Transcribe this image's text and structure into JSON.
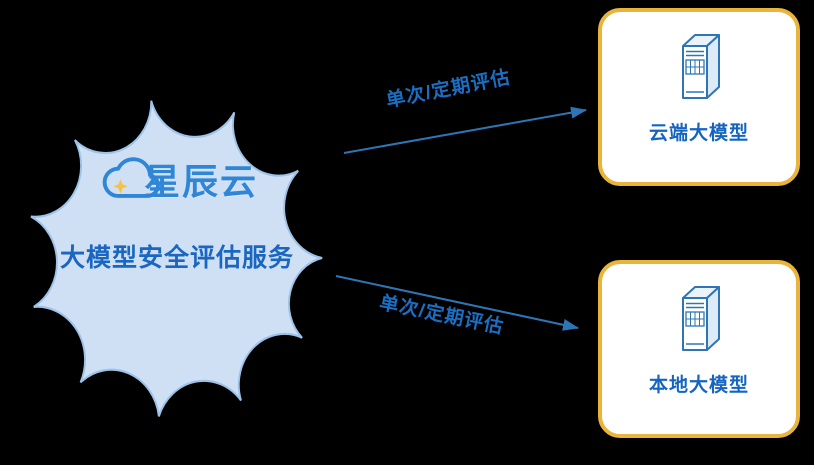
{
  "diagram": {
    "cloud": {
      "logo_text": "星辰云",
      "service_label": "大模型安全评估服务"
    },
    "arrows": [
      {
        "label": "单次/定期评估",
        "direction": "cloud-to-cloud-model"
      },
      {
        "label": "单次/定期评估",
        "direction": "cloud-to-local-model"
      }
    ],
    "nodes": [
      {
        "id": "cloud-model",
        "label": "云端大模型",
        "icon": "server-tower-icon"
      },
      {
        "id": "local-model",
        "label": "本地大模型",
        "icon": "server-tower-icon"
      }
    ],
    "icons": {
      "logo": "cloud-icon",
      "logo_star": "star-sparkle-icon",
      "node": "server-tower-icon"
    },
    "colors": {
      "background": "#000000",
      "cloud_fill": "#cfe0f5",
      "cloud_stroke": "#9dc3e8",
      "logo_blue": "#2f86d6",
      "text_blue": "#1a66c0",
      "arrow_blue": "#2e75b6",
      "node_border": "#e9b43a",
      "node_fill": "#ffffff",
      "star_gold": "#f5c242"
    }
  }
}
